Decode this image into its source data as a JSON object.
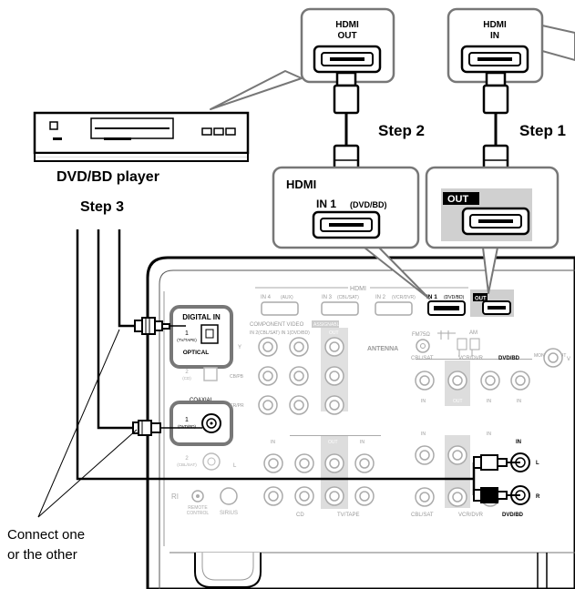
{
  "callouts": {
    "hdmi_out_left": {
      "line1": "HDMI",
      "line2": "OUT"
    },
    "hdmi_in_right": {
      "line1": "HDMI",
      "line2": "IN"
    },
    "receiver_in_box": {
      "title": "HDMI",
      "port": "IN 1",
      "port_note": "(DVD/BD)"
    },
    "receiver_out_box": {
      "port": "OUT"
    }
  },
  "steps": {
    "step1": "Step 1",
    "step2": "Step 2",
    "step3": "Step 3"
  },
  "player_label": "DVD/BD player",
  "connect_note": {
    "line1": "Connect one",
    "line2": "or the other"
  },
  "panel": {
    "hdmi_header": "HDMI",
    "hdmi_ports": [
      {
        "label": "IN 4",
        "note": "(AUX)"
      },
      {
        "label": "IN 3",
        "note": "(CBL/SAT)"
      },
      {
        "label": "IN 2",
        "note": "(VCR/DVR)"
      },
      {
        "label": "IN 1",
        "note": "(DVD/BD)"
      },
      {
        "label": "OUT",
        "note": ""
      }
    ],
    "component_video": "COMPONENT VIDEO",
    "assignable": "ASSIGNABLE",
    "comp_sub": "IN 2(CBL/SAT) IN 1(DVD/BD)",
    "comp_out": "OUT",
    "comp_rows": [
      "Y",
      "CB/PB",
      "CR/PR"
    ],
    "digital_in": "DIGITAL IN",
    "optical_port": {
      "num": "1",
      "note": "(TV/TAPE)"
    },
    "optical": "OPTICAL",
    "optical2": {
      "num": "2",
      "note": "(CD)"
    },
    "coaxial_port": {
      "num": "1",
      "note": "(DVD/BD)"
    },
    "coaxial": "COAXIAL",
    "coax2": {
      "num": "2",
      "note": "(CBL/SAT)"
    },
    "antenna": "ANTENNA",
    "fm": "FM75Ω",
    "am": "AM",
    "av_columns": [
      "CBL/SAT",
      "VCR/DVR",
      "DVD/BD",
      "MONITOR OUT"
    ],
    "av_in": "IN",
    "av_out": "OUT",
    "audio_in": "IN",
    "audio_l": "L",
    "audio_r": "R",
    "audio_bottom": [
      "CBL/SAT",
      "VCR/DVR",
      "DVD/BD"
    ],
    "cd_tv": [
      "CD",
      "TV/TAPE"
    ],
    "cd_in": "IN",
    "cd_out": "OUT",
    "remote": "REMOTE CONTROL",
    "sirius": "SIRIUS",
    "ri": "RI",
    "l": "L",
    "r": "R",
    "v": "V"
  }
}
